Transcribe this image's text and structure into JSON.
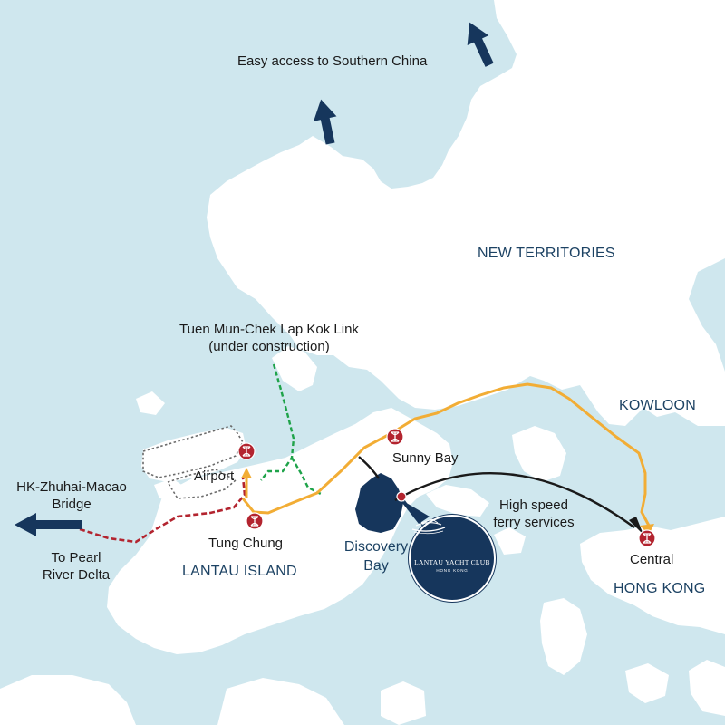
{
  "colors": {
    "sea": "#cfe7ee",
    "land": "#ffffff",
    "navy": "#16365c",
    "ferry_line": "#1a1a1a",
    "mtr_line": "#f2ad35",
    "bridge_line": "#b3242f",
    "link_line": "#1fa34a",
    "airport_outline": "#6b6b6b",
    "mtr_station": "#b3242f",
    "region_text": "#1c4263"
  },
  "labels": {
    "southern_china": "Easy access to Southern China",
    "new_territories": "NEW TERRITORIES",
    "tuen_mun_link_line1": "Tuen Mun-Chek Lap Kok Link",
    "tuen_mun_link_line2": "(under construction)",
    "kowloon": "KOWLOON",
    "hk_zhuhai_line1": "HK-Zhuhai-Macao",
    "hk_zhuhai_line2": "Bridge",
    "airport": "Airport",
    "sunny_bay": "Sunny Bay",
    "high_speed_line1": "High speed",
    "high_speed_line2": "ferry services",
    "tung_chung": "Tung Chung",
    "discovery_bay_line1": "Discovery",
    "discovery_bay_line2": "Bay",
    "central": "Central",
    "pearl_line1": "To Pearl",
    "pearl_line2": "River Delta",
    "lantau_island": "LANTAU ISLAND",
    "hong_kong": "HONG KONG"
  },
  "badge": {
    "name": "LANTAU YACHT CLUB",
    "location": "HONG KONG"
  },
  "icons": {
    "direction_arrows": "arrow-up-right-icon",
    "mtr_stations": "mtr-logo-icon",
    "location_pin": "location-pin-icon",
    "yacht": "yacht-icon"
  }
}
